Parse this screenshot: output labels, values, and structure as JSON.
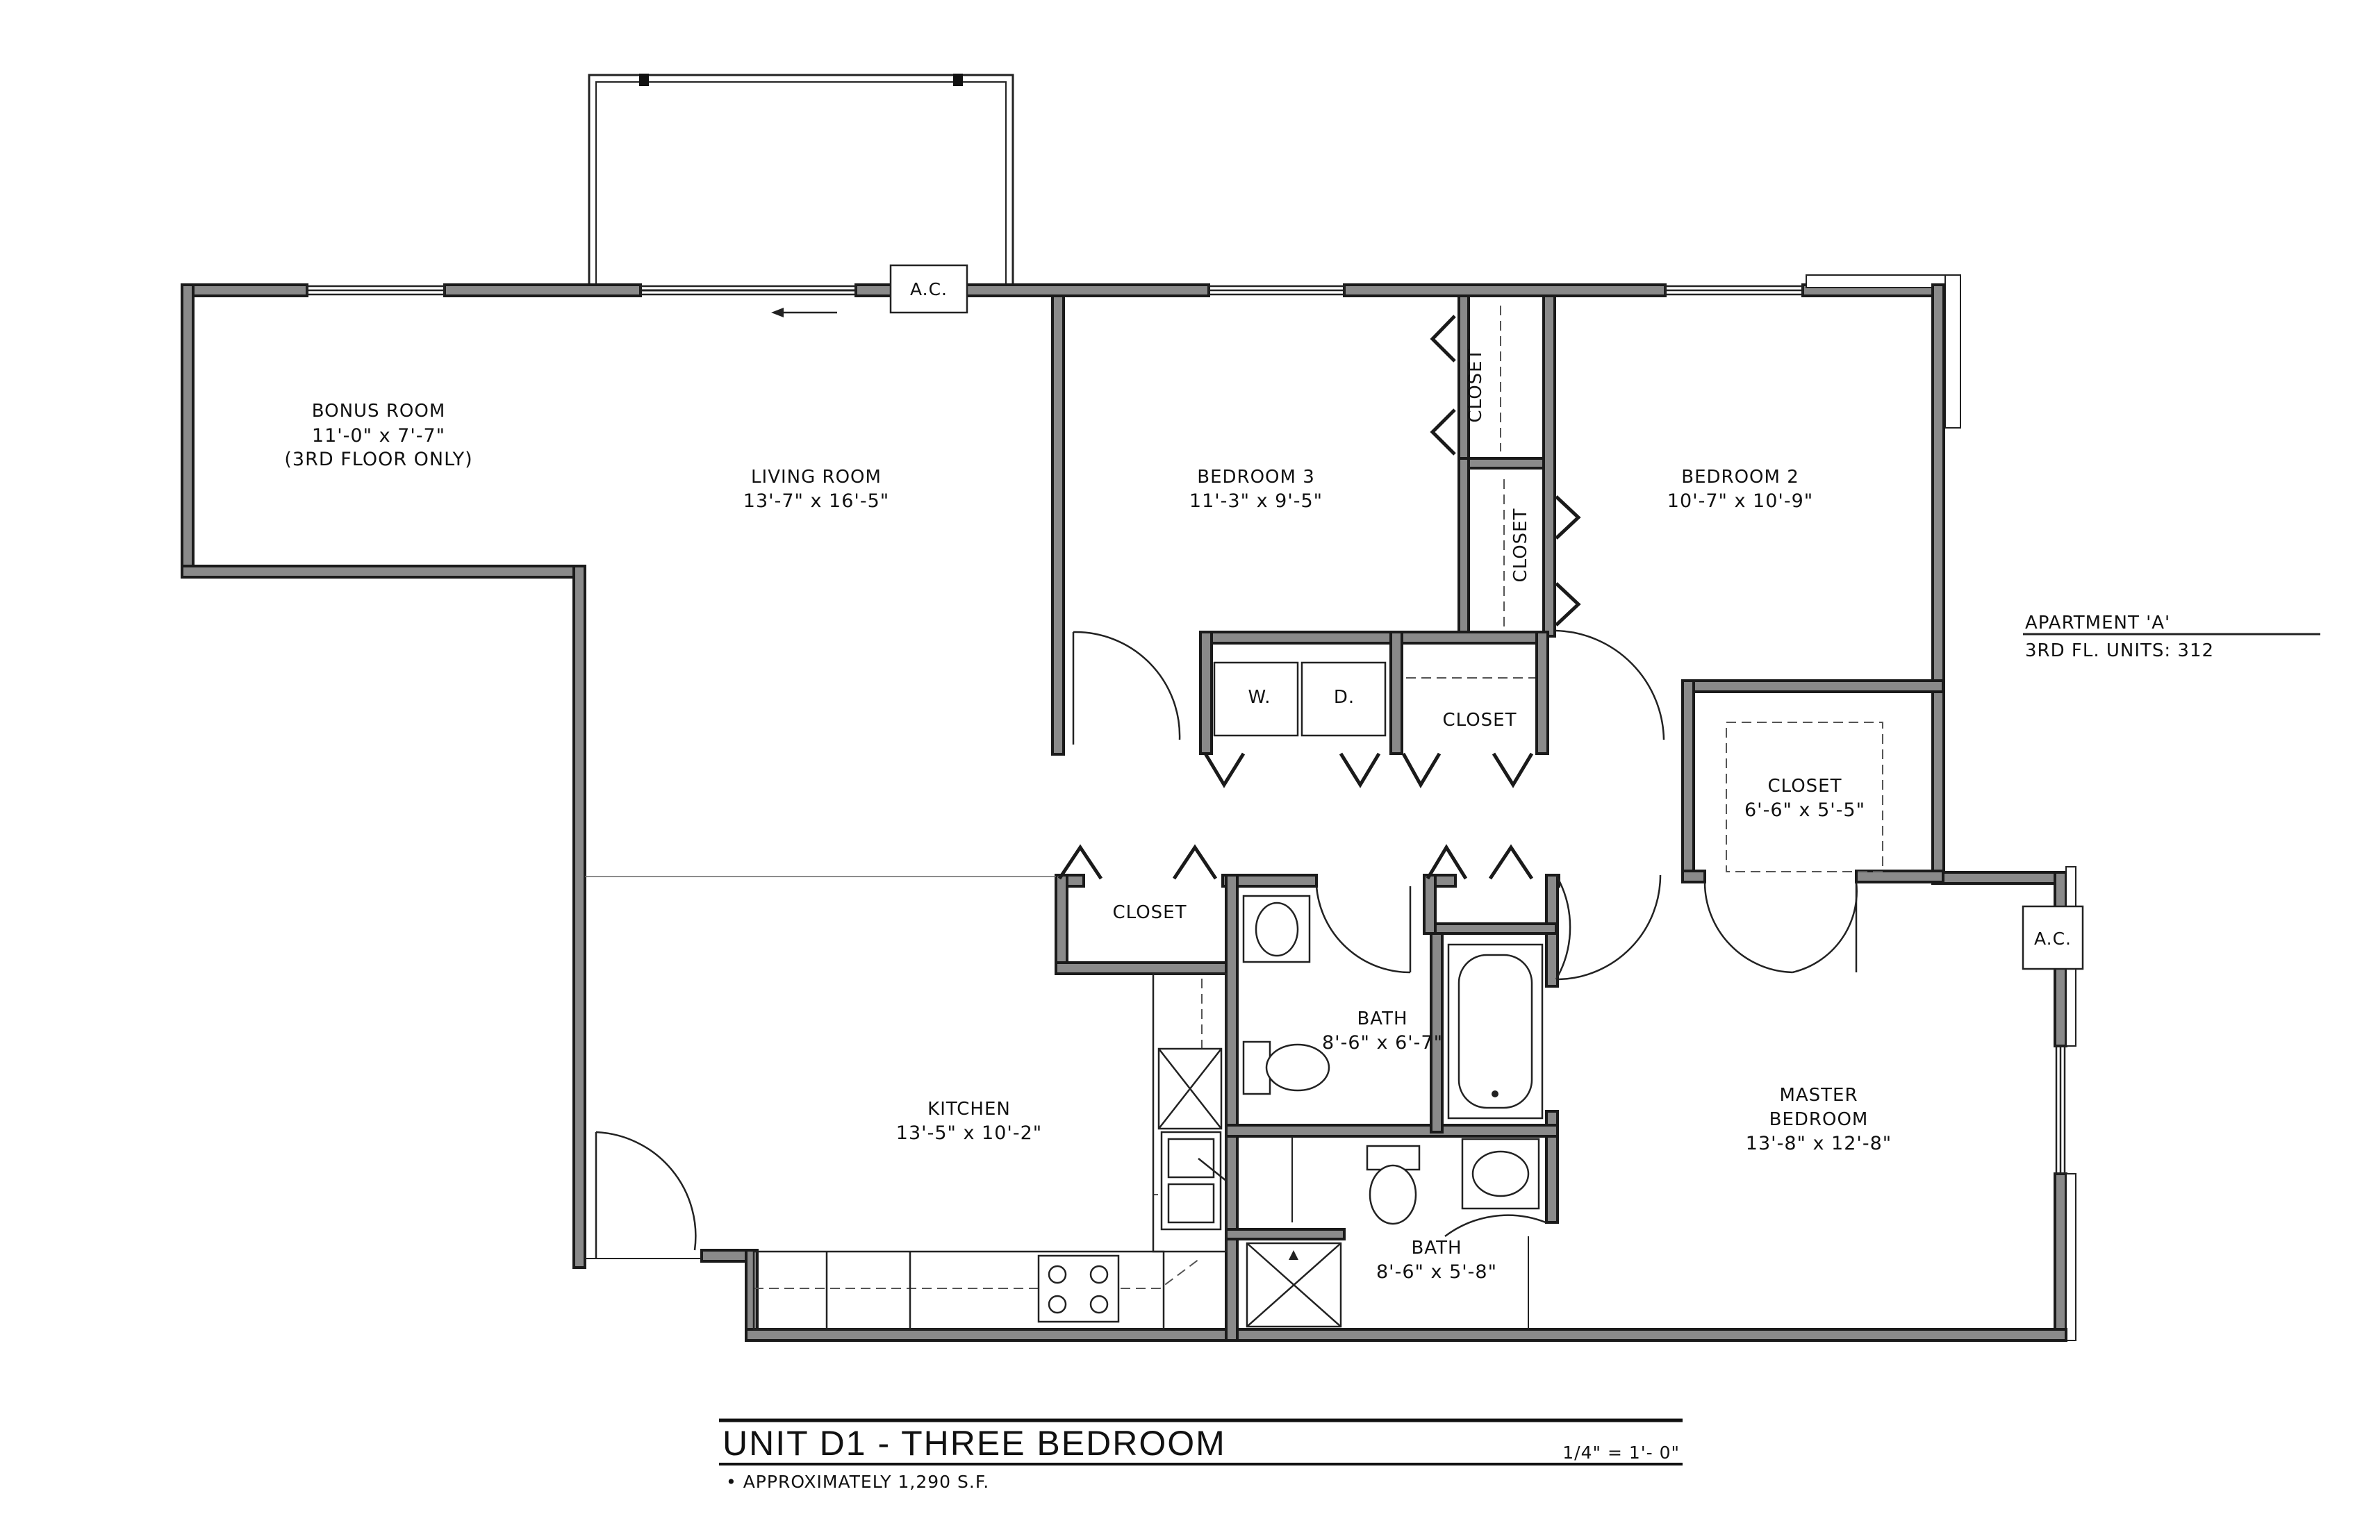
{
  "rooms": {
    "bonus": {
      "name": "BONUS ROOM",
      "dim": "11'-0\" x 7'-7\"",
      "note": "(3RD FLOOR ONLY)"
    },
    "living": {
      "name": "LIVING ROOM",
      "dim": "13'-7\" x 16'-5\""
    },
    "bedroom3": {
      "name": "BEDROOM 3",
      "dim": "11'-3\" x 9'-5\""
    },
    "bedroom2": {
      "name": "BEDROOM 2",
      "dim": "10'-7\" x 10'-9\""
    },
    "kitchen": {
      "name": "KITCHEN",
      "dim": "13'-5\" x 10'-2\""
    },
    "bath1": {
      "name": "BATH",
      "dim": "8'-6\" x 6'-7\""
    },
    "bath2": {
      "name": "BATH",
      "dim": "8'-6\" x 5'-8\""
    },
    "master": {
      "name_line1": "MASTER",
      "name_line2": "BEDROOM",
      "dim": "13'-8\" x 12'-8\""
    },
    "master_closet": {
      "name": "CLOSET",
      "dim": "6'-6\" x 5'-5\""
    }
  },
  "closet_label": "CLOSET",
  "laundry": {
    "washer": "W.",
    "dryer": "D."
  },
  "ac_label": "A.C.",
  "apartment": {
    "title": "APARTMENT 'A'",
    "units": "3RD FL. UNITS: 312"
  },
  "unit": {
    "title": "UNIT D1 - THREE BEDROOM",
    "scale": "1/4\" = 1'- 0\"",
    "area": "• APPROXIMATELY 1,290 S.F."
  }
}
